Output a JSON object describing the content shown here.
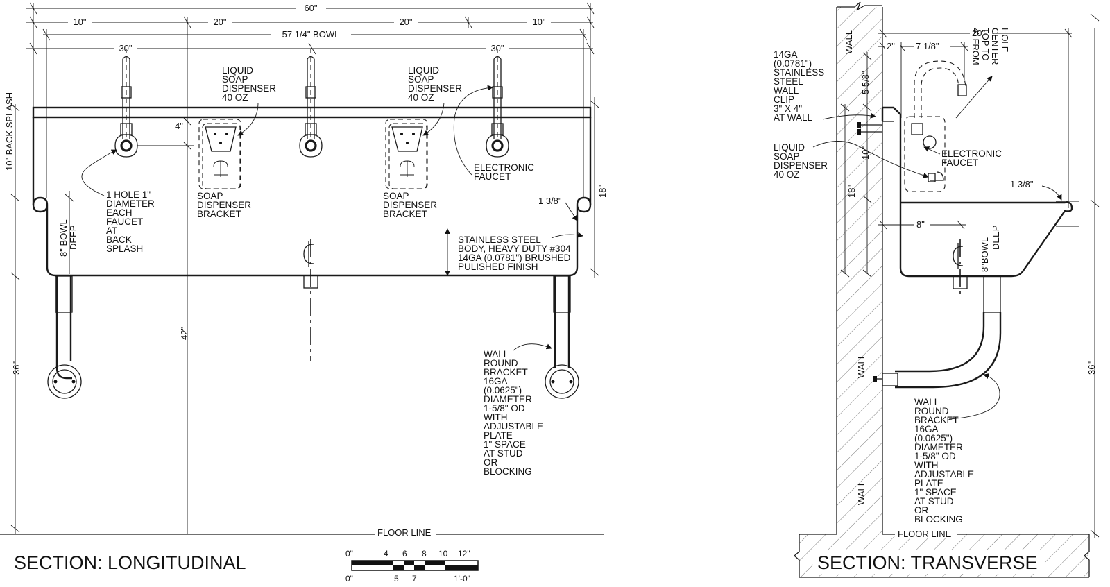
{
  "longitudinal": {
    "title": "SECTION: LONGITUDINAL",
    "dims": {
      "overall": "60\"",
      "left_end": "10\"",
      "left_center": "20\"",
      "right_center": "20\"",
      "right_end": "10\"",
      "bowl": "57 1/4\" BOWL",
      "faucet_spacing_left": "30\"",
      "faucet_spacing_right": "30\"",
      "back_splash": "10\" BACK SPLASH",
      "bowl_deep": "8\" BOWL DEEP",
      "rim_height": "42\"",
      "bracket_height": "36\"",
      "right_height": "18\"",
      "dispenser_drop": "4\"",
      "lip": "1 3/8\""
    },
    "labels": {
      "soap_left": [
        "LIQUID",
        "SOAP",
        "DISPENSER",
        "40 OZ"
      ],
      "soap_right": [
        "LIQUID",
        "SOAP",
        "DISPENSER",
        "40 OZ"
      ],
      "bracket_left": [
        "SOAP",
        "DISPENSER",
        "BRACKET"
      ],
      "bracket_right": [
        "SOAP",
        "DISPENSER",
        "BRACKET"
      ],
      "hole": [
        "1 HOLE 1\"",
        "DIAMETER",
        "EACH",
        "FAUCET",
        "AT",
        "BACK",
        "SPLASH"
      ],
      "faucet": [
        "ELECTRONIC",
        "FAUCET"
      ],
      "body": [
        "STAINLESS STEEL",
        "BODY, HEAVY DUTY #304",
        "14GA (0.0781\") BRUSHED",
        "PULISHED FINISH"
      ],
      "wall_bracket": [
        "WALL",
        "ROUND",
        "BRACKET",
        "16GA",
        "(0.0625\")",
        "DIAMETER",
        "1-5/8\" OD",
        "WITH",
        "ADJUSTABLE",
        "PLATE",
        "1\" SPACE",
        "AT STUD",
        "OR",
        "BLOCKING"
      ],
      "floor": "FLOOR LINE"
    }
  },
  "scale_bar": {
    "top_ticks": [
      "0\"",
      "4",
      "6",
      "8",
      "10",
      "12\""
    ],
    "bottom_ticks": [
      "0\"",
      "5",
      "7",
      "1'-0\""
    ]
  },
  "transverse": {
    "title": "SECTION: TRANSVERSE",
    "dims": {
      "projection": "20\"",
      "wall_gap": "2\"",
      "faucet_reach": "7 1/8\"",
      "clip_height": "5 5/8\"",
      "faucet_drop": "10\"",
      "rim": "18\"",
      "lip": "1 3/8\"",
      "bowl_width": "8\"",
      "bowl_deep": "8\"BOWL DEEP",
      "bracket_height": "36\"",
      "top_to_hole": [
        "4\" FROM",
        "TOP TO",
        "CENTER",
        "HOLE"
      ]
    },
    "labels": {
      "wall_top": "WALL",
      "wall_mid": "WALL",
      "wall_low": "WALL",
      "clip": [
        "14GA",
        "(0.0781\")",
        "STAINLESS",
        "STEEL",
        "WALL",
        "CLIP",
        "3\" X 4\"",
        "AT WALL"
      ],
      "soap": [
        "LIQUID",
        "SOAP",
        "DISPENSER",
        "40 OZ"
      ],
      "faucet": [
        "ELECTRONIC",
        "FAUCET"
      ],
      "wall_bracket": [
        "WALL",
        "ROUND",
        "BRACKET",
        "16GA",
        "(0.0625\")",
        "DIAMETER",
        "1-5/8\" OD",
        "WITH",
        "ADJUSTABLE",
        "PLATE",
        "1\" SPACE",
        "AT STUD",
        "OR",
        "BLOCKING"
      ],
      "floor": "FLOOR LINE"
    }
  }
}
